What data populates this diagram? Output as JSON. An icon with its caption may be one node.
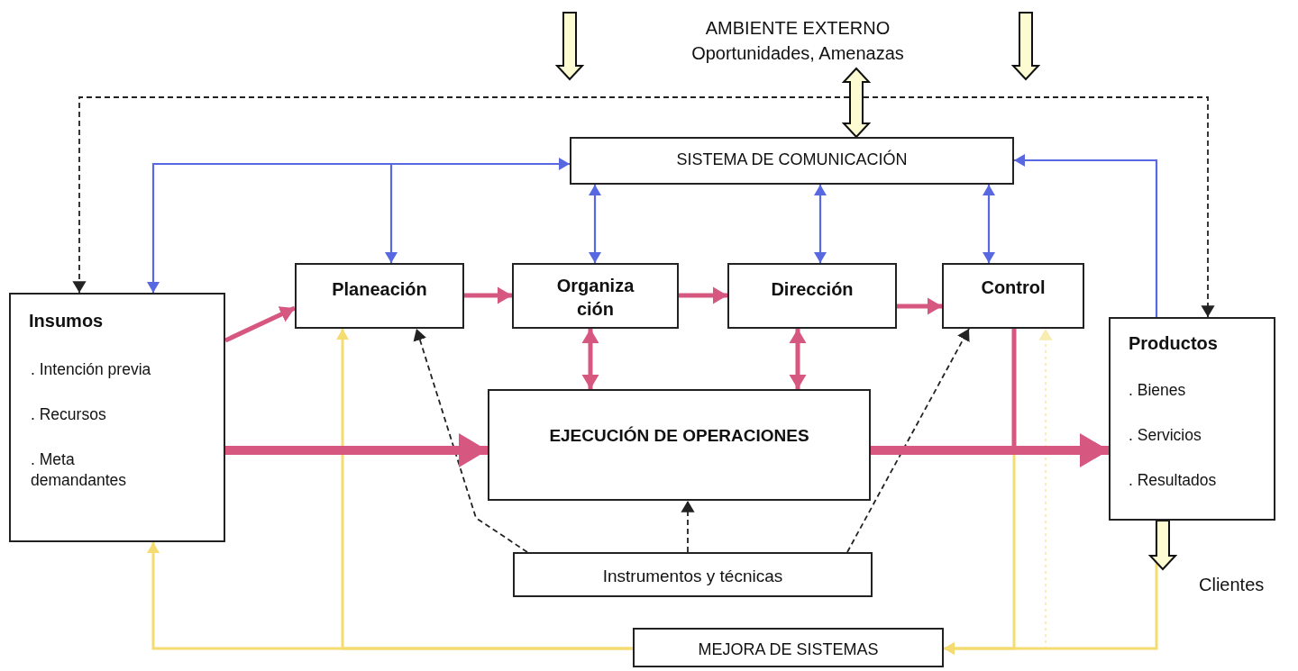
{
  "diagram": {
    "nodes": [
      {
        "text": [
          "AMBIENTE EXTERNO",
          "Oportunidades, Amenazas"
        ]
      },
      {
        "text": [
          "SISTEMA DE COMUNICACIÓN"
        ]
      },
      {
        "text": [
          "Insumos",
          ". Intención previa",
          ". Recursos",
          ". Meta demandantes"
        ]
      },
      {
        "text": [
          "Planeación"
        ]
      },
      {
        "text": [
          "Organiza ción"
        ]
      },
      {
        "text": [
          "Dirección"
        ]
      },
      {
        "text": [
          "Control"
        ]
      },
      {
        "text": [
          "Productos",
          ". Bienes",
          ". Servicios",
          ". Resultados"
        ]
      },
      {
        "text": [
          "EJECUCIÓN DE OPERACIONES"
        ]
      },
      {
        "text": [
          "Instrumentos  y técnicas"
        ]
      },
      {
        "text": [
          "MEJORA DE SISTEMAS"
        ]
      },
      {
        "text": [
          "Clientes"
        ]
      }
    ],
    "edges": [
      {
        "from": 1,
        "to": 2,
        "arrow": "to",
        "color": "#5868e0"
      },
      {
        "from": 1,
        "to": 3,
        "arrow": "both",
        "color": "#5868e0"
      },
      {
        "from": 1,
        "to": 4,
        "arrow": "both",
        "color": "#5868e0"
      },
      {
        "from": 1,
        "to": 5,
        "arrow": "both",
        "color": "#5868e0"
      },
      {
        "from": 1,
        "to": 6,
        "arrow": "both",
        "color": "#5868e0"
      },
      {
        "from": 7,
        "to": 1,
        "arrow": "to",
        "color": "#5868e0"
      },
      {
        "from": 0,
        "to": 2,
        "arrow": "to",
        "style": "dashed",
        "color": "#222222"
      },
      {
        "from": 0,
        "to": 7,
        "arrow": "to",
        "style": "dashed",
        "color": "#222222"
      },
      {
        "from": 2,
        "to": 3,
        "arrow": "to"
      },
      {
        "from": 3,
        "to": 4,
        "arrow": "to"
      },
      {
        "from": 4,
        "to": 5,
        "arrow": "to"
      },
      {
        "from": 5,
        "to": 6,
        "arrow": "to"
      },
      {
        "from": 4,
        "to": 8,
        "arrow": "both"
      },
      {
        "from": 5,
        "to": 8,
        "arrow": "both"
      },
      {
        "from": 2,
        "to": 8,
        "arrow": "to",
        "style": "thick"
      },
      {
        "from": 8,
        "to": 7,
        "arrow": "to",
        "style": "thick"
      },
      {
        "from": 6,
        "to": 7,
        "arrow": "to"
      },
      {
        "from": 9,
        "to": 3,
        "arrow": "to",
        "style": "dashed",
        "color": "#222222"
      },
      {
        "from": 9,
        "to": 8,
        "arrow": "to",
        "style": "dashed",
        "color": "#222222"
      },
      {
        "from": 9,
        "to": 6,
        "arrow": "to",
        "style": "dashed",
        "color": "#222222"
      },
      {
        "from": 10,
        "to": 2,
        "arrow": "to",
        "color": "#f5dc70"
      },
      {
        "from": 10,
        "to": 3,
        "arrow": "to",
        "color": "#f5dc70"
      },
      {
        "from": 6,
        "to": 10,
        "arrow": "to",
        "color": "#f5dc70"
      },
      {
        "from": 7,
        "to": 10,
        "arrow": "to",
        "color": "#f5dc70"
      },
      {
        "from": 10,
        "to": 6,
        "arrow": "to",
        "style": "dashed",
        "color": "#f8ecb0"
      },
      {
        "from": 0,
        "to": 1,
        "arrow": "both",
        "style": "thick",
        "color": "#fcfbd2"
      },
      {
        "from": 7,
        "to": 11,
        "arrow": "to",
        "style": "thick",
        "color": "#fcfbd2"
      }
    ]
  }
}
